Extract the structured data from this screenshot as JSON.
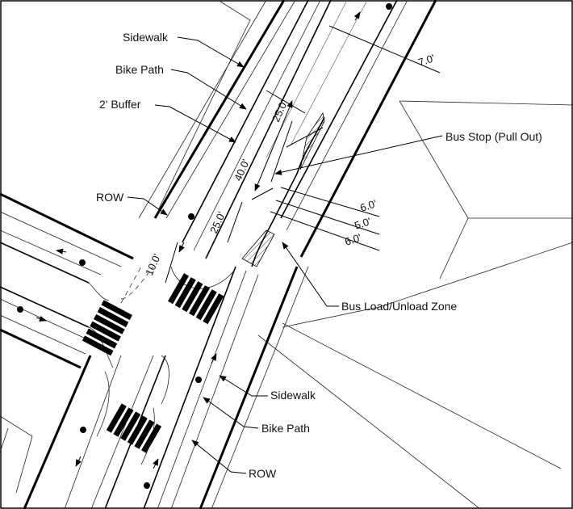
{
  "labels": {
    "sidewalk_top": "Sidewalk",
    "bike_path_top": "Bike Path",
    "buffer": "2' Buffer",
    "row_left": "ROW",
    "bus_stop": "Bus Stop (Pull Out)",
    "bus_zone": "Bus Load/Unload Zone",
    "sidewalk_bottom": "Sidewalk",
    "bike_path_bottom": "Bike Path",
    "row_bottom": "ROW"
  },
  "dimensions": {
    "d_7": "7.0'",
    "d_25_top": "25.0'",
    "d_40": "40.0'",
    "d_25_bottom": "25.0'",
    "d_10": "10.0'",
    "d_6_a": "6.0'",
    "d_5": "5.0'",
    "d_6_b": "6.0'"
  }
}
